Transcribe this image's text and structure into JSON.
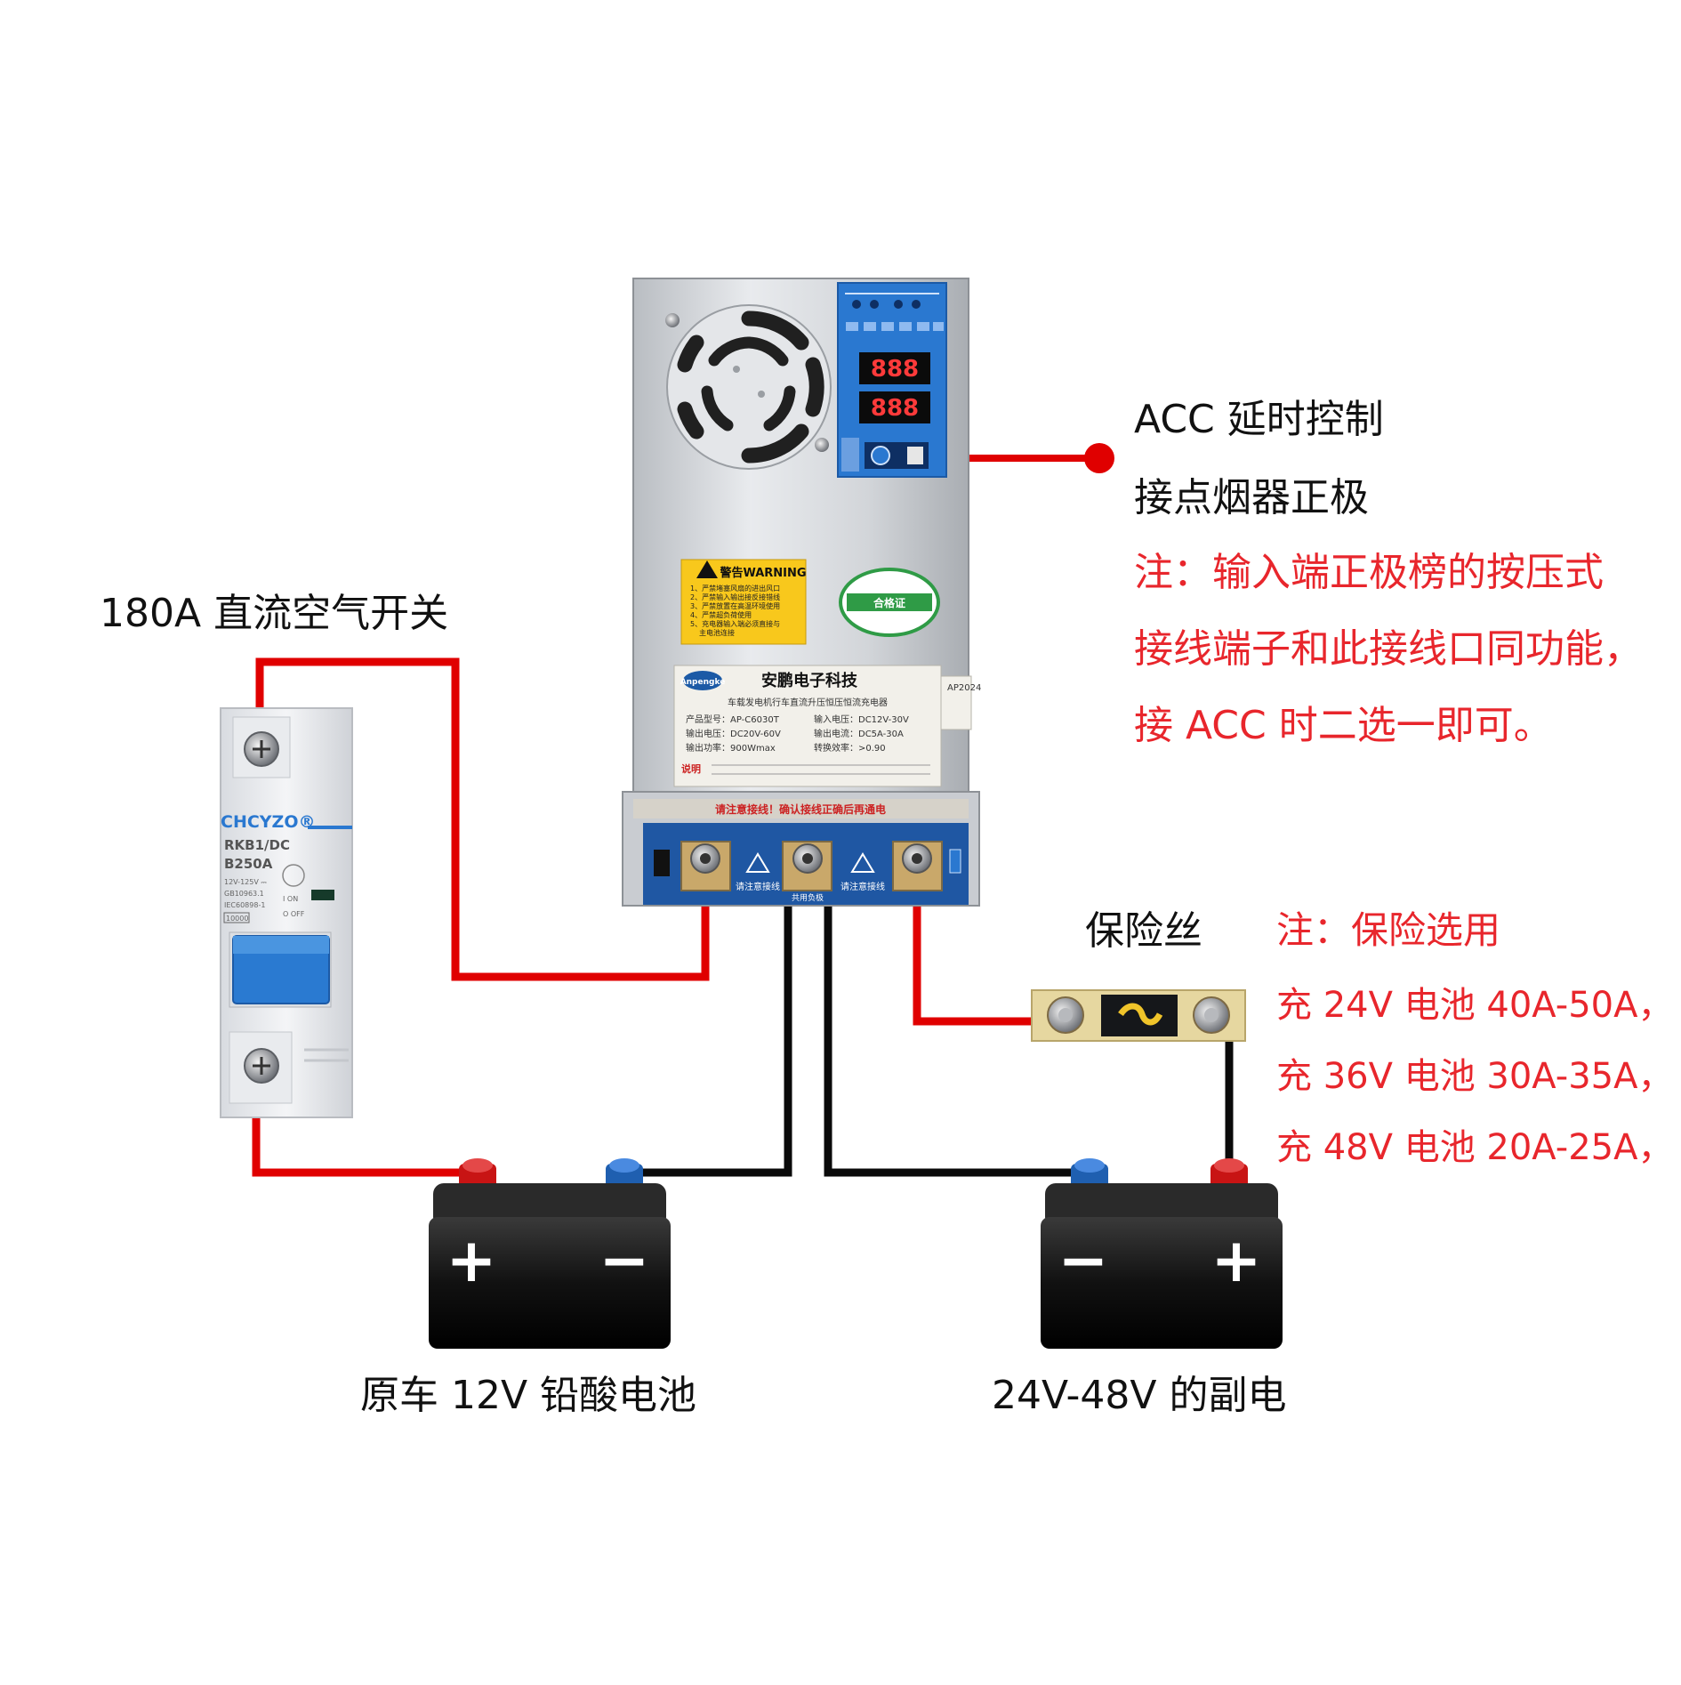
{
  "labels": {
    "breaker_title": "180A 直流空气开关",
    "acc_title": "ACC 延时控制",
    "acc_sub": "接点烟器正极",
    "note1_l1": "注：输入端正极榜的按压式",
    "note1_l2": "接线端子和此接线口同功能，",
    "note1_l3": "接 ACC 时二选一即可。",
    "fuse_title": "保险丝",
    "fuse_note_title": "注：保险选用",
    "fuse_note_1": "充 24V 电池 40A-50A，",
    "fuse_note_2": "充 36V 电池 30A-35A，",
    "fuse_note_3": "充 48V 电池 20A-25A，",
    "battery_left": "原车 12V 铅酸电池",
    "battery_right": "24V-48V 的副电"
  },
  "breaker": {
    "brand": "CHCYZO®",
    "model": "RKB1/DC",
    "rating": "B250A",
    "spec_1": "12V-125V ⎓",
    "spec_2": "GB10963.1",
    "spec_3": "IEC60898-1",
    "capacity": "10000",
    "on": "I ON",
    "off": "O OFF"
  },
  "device": {
    "warning_title": "警告WARNING",
    "warning_items": [
      "1、严禁堵塞风扇的进出风口",
      "2、严禁输入输出接反接错线",
      "3、严禁放置在高温环境使用",
      "4、严禁超负荷使用",
      "5、充电器输入端必须直接与",
      "主电池连接"
    ],
    "cert_badge": "合格证",
    "brand_en": "Anpengke",
    "company": "安鹏电子科技",
    "product_desc": "车载发电机行车直流升压恒压恒流充电器",
    "spec_model": "产品型号：AP-C6030T",
    "spec_in_v": "输入电压：DC12V-30V",
    "spec_out_v": "输出电压：DC20V-60V",
    "spec_out_i": "输出电流：DC5A-30A",
    "spec_power": "输出功率：900Wmax",
    "spec_eff": "转换效率：>0.90",
    "note_label": "说明",
    "serial": "AP2024",
    "display_top": "888",
    "display_bottom": "888",
    "caution_strip": "请注意接线！确认接线正确后再通电",
    "caution_text": "请注意接线",
    "neg_common": "共用负极"
  },
  "battery": {
    "plus": "+",
    "minus": "−"
  },
  "colors": {
    "wire_red": "#e00000",
    "wire_black": "#0a0a0a",
    "note_red": "#e8262c",
    "panel_blue": "#2a78d0"
  }
}
